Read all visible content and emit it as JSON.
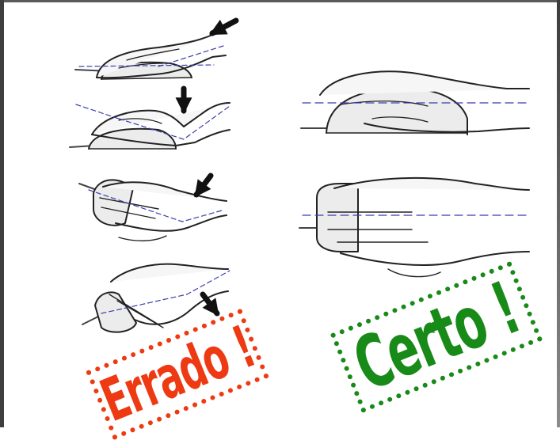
{
  "labels": {
    "wrong": "Errado !",
    "right": "Certo !"
  },
  "colors": {
    "wrong": "#ee3a12",
    "right": "#188a18",
    "outline": "#222222",
    "dashes": "#3b3bb0",
    "arrow": "#111111",
    "frame": "#4a4a4a"
  },
  "illustration": {
    "incorrect_postures": 4,
    "correct_postures": 2,
    "warning_arrow": "arrow-icon"
  }
}
